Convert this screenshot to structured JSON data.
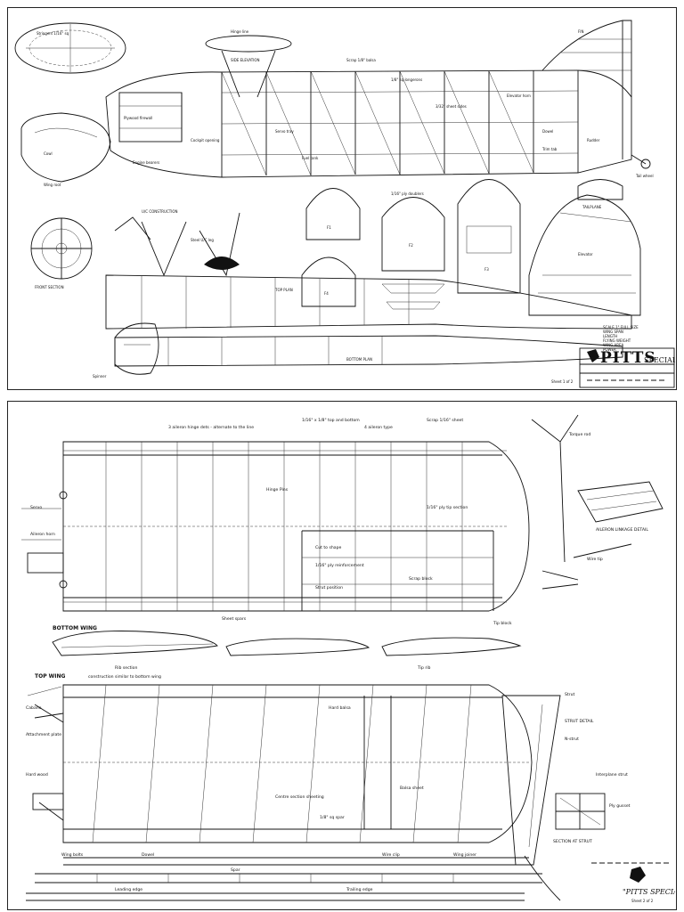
{
  "sheet1": {
    "title": "PITTS",
    "title_suffix": "SPECIAL",
    "sheet_label": "Sheet 1 of 2",
    "specs": [
      "SCALE  1\" FULL SIZE",
      "WING SPAN",
      "LENGTH",
      "FLYING WEIGHT",
      "WING AREA",
      "POWER"
    ],
    "labels": {
      "uc_construction": "U/C CONSTRUCTION",
      "top_plan": "TOP PLAN",
      "bottom_plan": "BOTTOM PLAN",
      "front_section": "FRONT SECTION",
      "side_elevation": "SIDE ELEVATION",
      "fin": "FIN",
      "tailplane": "TAILPLANE",
      "bulkhead_f1": "F1",
      "bulkhead_f2": "F2",
      "bulkhead_f3": "F3",
      "bulkhead_f4": "F4",
      "spinner": "Spinner",
      "cowl": "Cowl",
      "wing_root": "Wing root",
      "steel_leg": "Steel U/C leg",
      "tail_wheel": "Tail wheel"
    },
    "notes": [
      "Stringers 1/16\" sq",
      "3/32\" sheet sides",
      "1/8\" sq longerons",
      "Hinge line",
      "Scrap 1/8\" balsa",
      "Dowel",
      "Cockpit opening",
      "1/16\" ply doublers",
      "Servo tray",
      "Fuel tank",
      "Elevator horn",
      "Rudder",
      "Elevator",
      "Trim tab",
      "Plywood firewall",
      "Engine bearers"
    ]
  },
  "sheet2": {
    "title": "\"PITTS SPECIAL\"",
    "sheet_label": "Sheet 2 of 2",
    "labels": {
      "bottom_wing": "BOTTOM WING",
      "top_wing": "TOP WING",
      "top_wing_note": "construction similar to bottom wing",
      "section_at_strut": "SECTION AT STRUT",
      "aileron_linkage": "AILERON LINKAGE DETAIL",
      "strut_detail": "STRUT DETAIL",
      "rib_section": "Rib section",
      "tip_rib": "Tip rib"
    },
    "notes": [
      "3 aileron hinge dets - alternate to the line",
      "4 aileron type",
      "1/16\" x 1/8\" top and bottom",
      "Scrap 1/16\" sheet",
      "Hinge Pins",
      "Cut to shape",
      "1/16\" ply reinforcement",
      "Strut position",
      "Scrap block",
      "Sheet spars",
      "Tip block",
      "1/16\" ply tip section",
      "Servo",
      "Aileron horn",
      "Torque rod",
      "Wire tip",
      "Spar",
      "Leading edge",
      "Trailing edge",
      "Wing bolts",
      "Dowel",
      "Cabane",
      "Hard balsa",
      "Attachment plate",
      "Centre section sheeting",
      "Balsa sheet",
      "1/8\" sq spar",
      "Strut",
      "Hard wood",
      "Wire clip",
      "N-strut",
      "Interplane strut",
      "Ply gusset",
      "Wing joiner"
    ]
  }
}
